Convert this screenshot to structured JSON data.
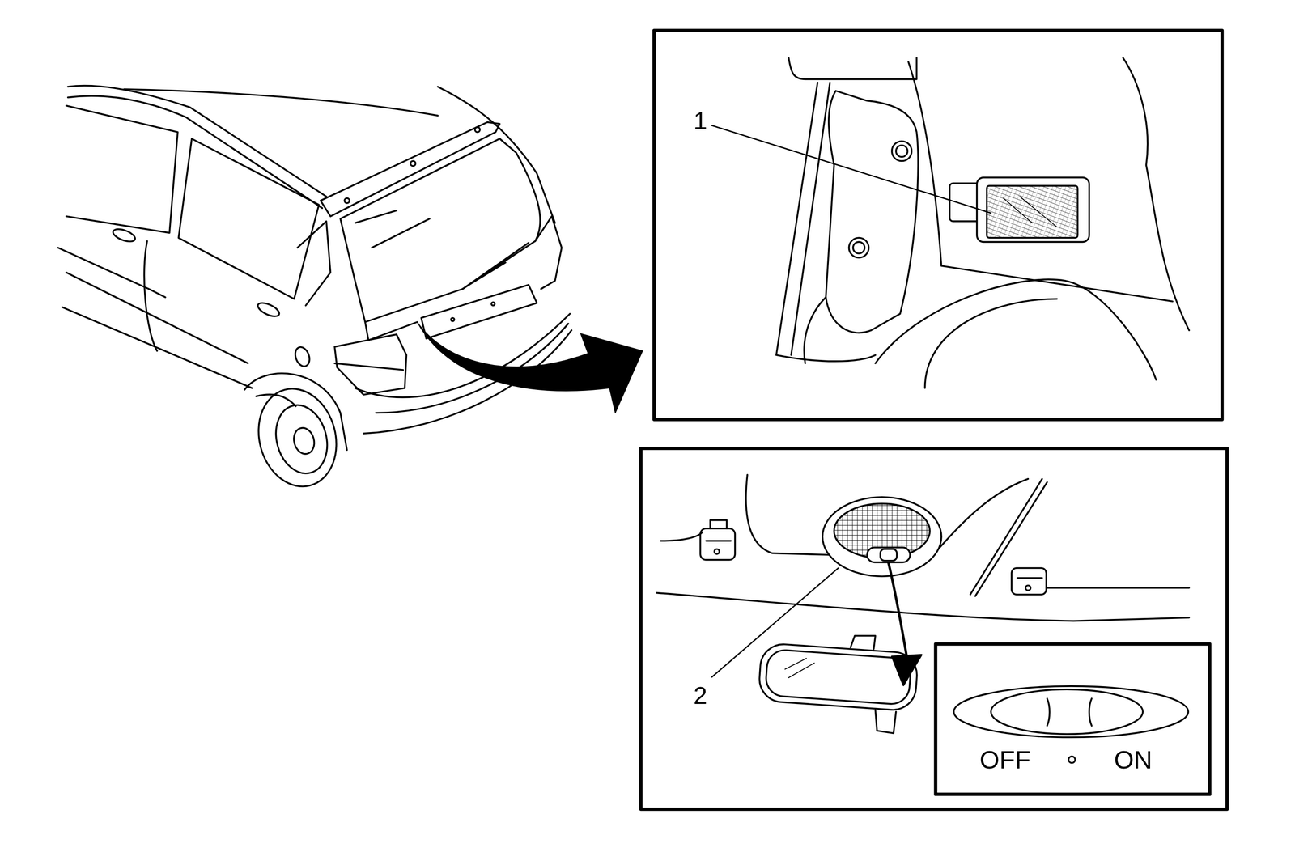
{
  "diagram": {
    "labels": [
      "1",
      "2",
      "OFF",
      "ON"
    ]
  }
}
